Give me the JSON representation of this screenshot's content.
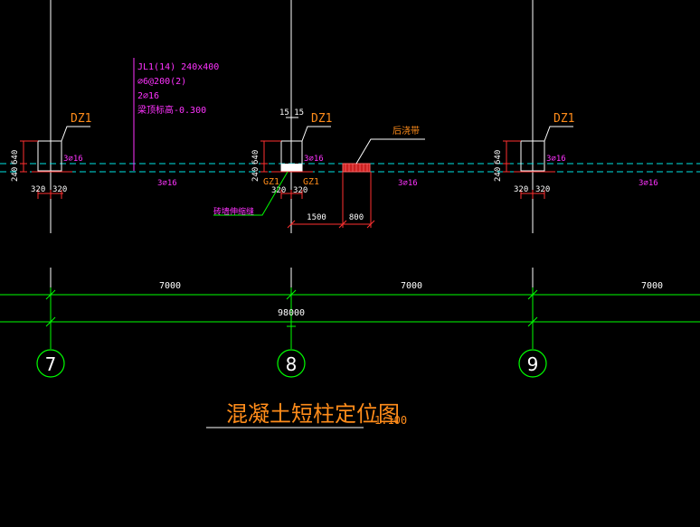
{
  "drawing": {
    "title": "混凝土短柱定位图",
    "scale": "1:100",
    "colors": {
      "background": "#000000",
      "grid_axis": "#00ff00",
      "dim": "#ff3030",
      "beam": "#00e5e5",
      "rebar_text": "#ff33ff",
      "label": "#ff8c1a",
      "line": "#ffffff"
    }
  },
  "axes": [
    {
      "label": "7"
    },
    {
      "label": "8"
    },
    {
      "label": "9"
    }
  ],
  "spans": {
    "span_7_8": "7000",
    "span_8_9": "7000",
    "span_9_right": "7000",
    "total": "98000"
  },
  "columns": [
    {
      "tag": "DZ1",
      "rebar": "3⌀16",
      "dim_h1": "240",
      "dim_h2": "640",
      "dim_w_left": "320",
      "dim_w_right": "320"
    },
    {
      "tag": "DZ1",
      "rebar": "3⌀16",
      "dim_h1": "240",
      "dim_h2": "640",
      "dim_w_left": "320",
      "dim_w_right": "320",
      "top_dims": "15 15",
      "gz_left": "GZ1",
      "gz_right": "GZ1"
    },
    {
      "tag": "DZ1",
      "rebar": "3⌀16",
      "dim_h1": "240",
      "dim_h2": "640",
      "dim_w_left": "320",
      "dim_w_right": "320"
    }
  ],
  "beam_rebar_below": [
    "3⌀16",
    "3⌀16",
    "3⌀16"
  ],
  "beam_note": {
    "line1": "JL1(14) 240x400",
    "line2": "⌀6@200(2)",
    "line3": "2⌀16",
    "line4": "梁顶标高-0.300"
  },
  "post_pour": {
    "label": "后浇带",
    "dim_left": "1500",
    "dim_right": "800"
  },
  "wall_label": "砖墙伸缩缝"
}
